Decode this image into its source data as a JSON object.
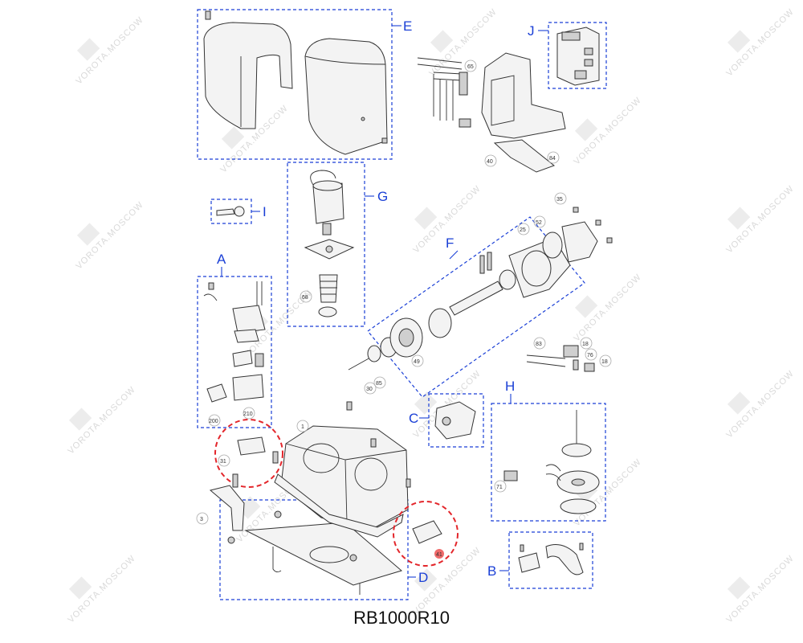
{
  "title": "RB1000R10",
  "watermark": "VOROTA.MOSCOW",
  "colors": {
    "group_label": "#1a3fd6",
    "highlight": "#e3262b"
  },
  "groups": {
    "E": "E",
    "J": "J",
    "G": "G",
    "I": "I",
    "A": "A",
    "F": "F",
    "C": "C",
    "H": "H",
    "D": "D",
    "B": "B"
  },
  "part_numbers": {
    "p65": "65",
    "p40": "40",
    "p84": "84",
    "p35": "35",
    "p52": "52",
    "p25": "25",
    "p68": "68",
    "p49": "49",
    "p30": "30",
    "p85": "85",
    "p83": "83",
    "p18a": "18",
    "p76": "76",
    "p18b": "18",
    "p200": "200",
    "p210": "210",
    "p1": "1",
    "p31": "31",
    "p3": "3",
    "p71": "71",
    "p41": "41"
  }
}
